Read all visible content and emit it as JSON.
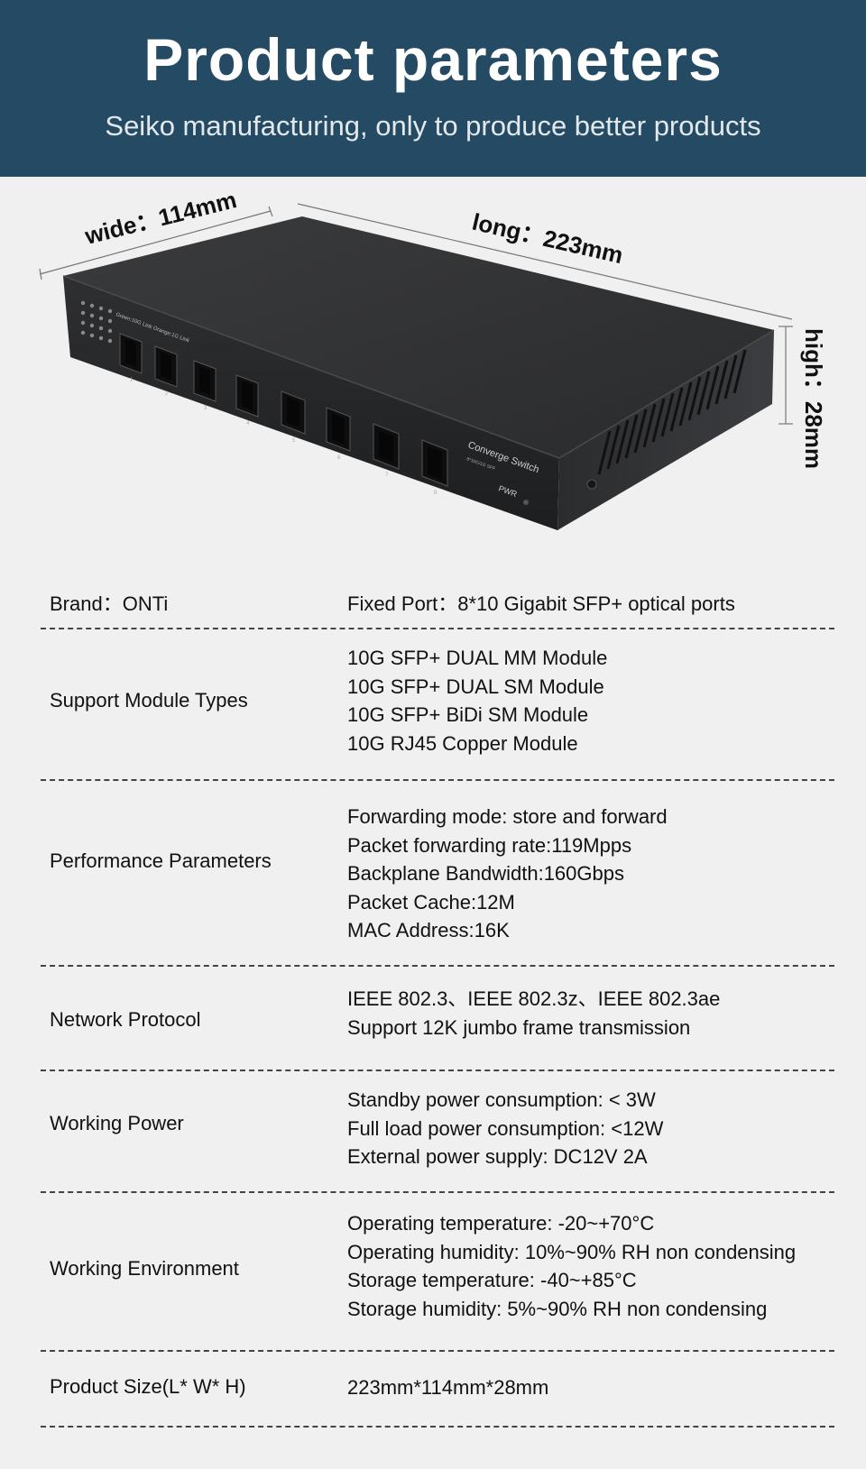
{
  "header": {
    "title": "Product parameters",
    "subtitle": "Seiko manufacturing, only to produce better products"
  },
  "dimensions": {
    "wide": "wide：114mm",
    "long": "long：223mm",
    "high": "high：28mm"
  },
  "device": {
    "model_label": "Converge Switch",
    "model_sub": "8*10G/1G SFP",
    "led_legend": "Green:10G Link Orange:1G Link",
    "power_label": "PWR",
    "ports": [
      "1",
      "2",
      "3",
      "4",
      "5",
      "6",
      "7",
      "8"
    ]
  },
  "specs": {
    "brand": {
      "label": "Brand：ONTi"
    },
    "fixed_port": {
      "label": "Fixed Port：8*10 Gigabit SFP+ optical ports"
    },
    "rows": [
      {
        "label": "Support Module Types",
        "values": [
          "10G SFP+ DUAL MM Module",
          "10G SFP+ DUAL SM Module",
          "10G SFP+ BiDi SM Module",
          "10G RJ45 Copper Module"
        ]
      },
      {
        "label": "Performance Parameters",
        "values": [
          "Forwarding mode: store and forward",
          "Packet forwarding rate:119Mpps",
          "Backplane Bandwidth:160Gbps",
          "Packet Cache:12M",
          "MAC Address:16K"
        ]
      },
      {
        "label": "Network Protocol",
        "values": [
          "IEEE 802.3、IEEE 802.3z、IEEE 802.3ae",
          "Support 12K jumbo frame transmission"
        ]
      },
      {
        "label": "Working Power",
        "values": [
          "Standby power consumption: < 3W",
          "Full load power consumption: <12W",
          "External power supply: DC12V 2A"
        ]
      },
      {
        "label": "Working Environment",
        "values": [
          "Operating temperature: -20~+70°C",
          "Operating humidity: 10%~90% RH non condensing",
          "Storage temperature: -40~+85°C",
          "Storage humidity: 5%~90% RH non condensing"
        ]
      },
      {
        "label": "Product Size(L* W* H)",
        "values": [
          "223mm*114mm*28mm"
        ]
      }
    ]
  }
}
